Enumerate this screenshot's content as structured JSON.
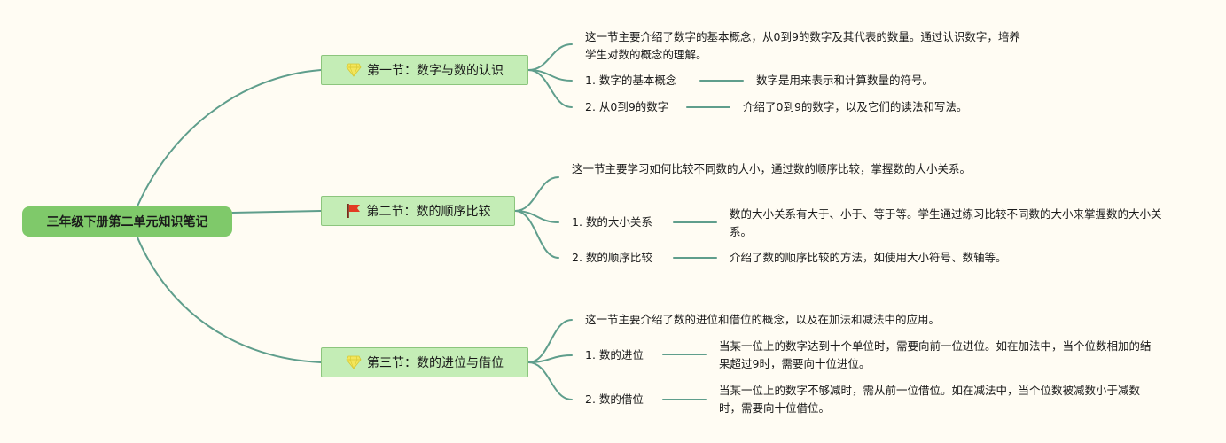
{
  "root": {
    "title": "三年级下册第二单元知识笔记"
  },
  "sections": [
    {
      "title": "第一节：数字与数的认识",
      "icon": "gem-icon",
      "summary": "这一节主要介绍了数字的基本概念，从0到9的数字及其代表的数量。通过认识数字，培养学生对数的概念的理解。",
      "items": [
        {
          "label": "1. 数字的基本概念",
          "detail": "数字是用来表示和计算数量的符号。"
        },
        {
          "label": "2. 从0到9的数字",
          "detail": "介绍了0到9的数字，以及它们的读法和写法。"
        }
      ]
    },
    {
      "title": "第二节：数的顺序比较",
      "icon": "flag-icon",
      "summary": "这一节主要学习如何比较不同数的大小，通过数的顺序比较，掌握数的大小关系。",
      "items": [
        {
          "label": "1. 数的大小关系",
          "detail": "数的大小关系有大于、小于、等于等。学生通过练习比较不同数的大小来掌握数的大小关系。"
        },
        {
          "label": "2. 数的顺序比较",
          "detail": "介绍了数的顺序比较的方法，如使用大小符号、数轴等。"
        }
      ]
    },
    {
      "title": "第三节：数的进位与借位",
      "icon": "gem-icon",
      "summary": "这一节主要介绍了数的进位和借位的概念，以及在加法和减法中的应用。",
      "items": [
        {
          "label": "1. 数的进位",
          "detail": "当某一位上的数字达到十个单位时，需要向前一位进位。如在加法中，当个位数相加的结果超过9时，需要向十位进位。"
        },
        {
          "label": "2. 数的借位",
          "detail": "当某一位上的数字不够减时，需从前一位借位。如在减法中，当个位数被减数小于减数时，需要向十位借位。"
        }
      ]
    }
  ],
  "colors": {
    "link": "#5f9e8c",
    "root_fill": "#7fc96a",
    "section_fill": "#c4edb6",
    "background": "#fffcf3"
  }
}
